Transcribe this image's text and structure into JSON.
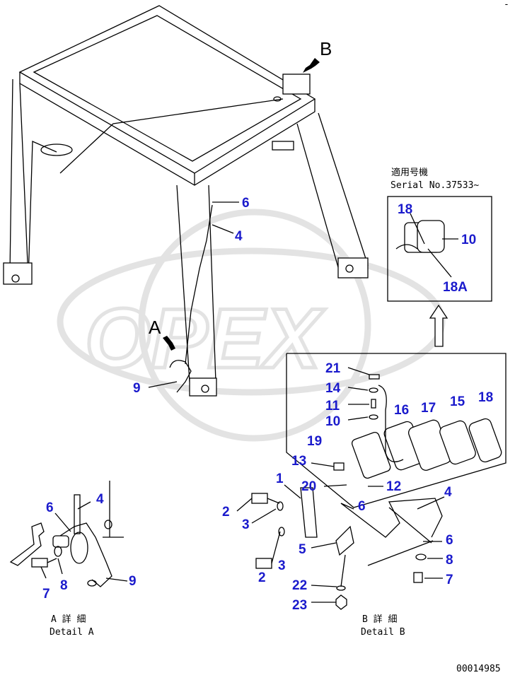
{
  "watermark": {
    "text": "OPEX",
    "color": "#e3e3e3"
  },
  "view_letters": {
    "a": "A",
    "b": "B"
  },
  "serial": {
    "jp": "適用号機",
    "text": "Serial No.37533~"
  },
  "details": {
    "a_jp": "A 詳 細",
    "a_en": "Detail A",
    "b_jp": "B 詳 細",
    "b_en": "Detail B"
  },
  "drawing_number": "00014985",
  "corner_mark": "-",
  "part_numbers": {
    "main_6": "6",
    "main_4": "4",
    "main_9": "9",
    "inset_18": "18",
    "inset_10": "10",
    "inset_18a": "18A",
    "b_21": "21",
    "b_14": "14",
    "b_11": "11",
    "b_10": "10",
    "b_16": "16",
    "b_17": "17",
    "b_15": "15",
    "b_18": "18",
    "b_19": "19",
    "b_13": "13",
    "b_20": "20",
    "b_12": "12",
    "b_1": "1",
    "b_4": "4",
    "b_6": "6",
    "b_2a": "2",
    "b_3a": "3",
    "b_5": "5",
    "b_2b": "2",
    "b_3b": "3",
    "b_8": "8",
    "b_7": "7",
    "b_22": "22",
    "b_23": "23",
    "a_4": "4",
    "a_6": "6",
    "a_7": "7",
    "a_8": "8",
    "a_9": "9"
  },
  "colors": {
    "callout": "#1a1acc",
    "line": "#000000"
  }
}
